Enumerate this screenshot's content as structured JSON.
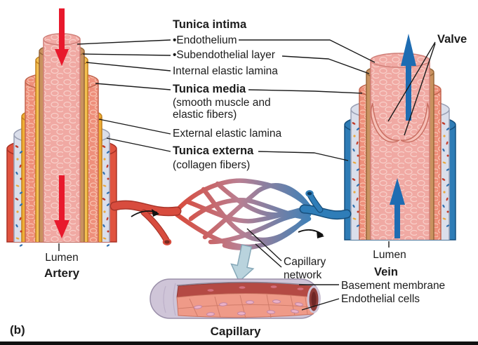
{
  "labels": {
    "tunica_intima": "Tunica intima",
    "endothelium": "•Endothelium",
    "subendothelial_layer": "•Subendothelial layer",
    "internal_elastic_lamina": "Internal elastic lamina",
    "tunica_media": "Tunica media",
    "tunica_media_detail": "(smooth muscle and\nelastic fibers)",
    "external_elastic_lamina": "External elastic lamina",
    "tunica_externa": "Tunica externa",
    "tunica_externa_detail": "(collagen fibers)",
    "valve": "Valve",
    "artery_lumen": "Lumen",
    "artery": "Artery",
    "capillary_network": "Capillary\nnetwork",
    "vein_lumen": "Lumen",
    "vein": "Vein",
    "basement_membrane": "Basement membrane",
    "endothelial_cells": "Endothelial cells",
    "capillary": "Capillary",
    "panel": "(b)"
  },
  "colors": {
    "artery_red": "#e0533f",
    "vein_blue": "#2e7cb6",
    "elastic_lamina_yellow": "#efae35",
    "tunica_media_salmon": "#ee8f7b",
    "tunica_externa_gray": "#dadeea",
    "subendothelial_tan": "#c9925f",
    "lumen_pink": "#f0a9a3",
    "arterial_arrow_red": "#e8192c",
    "venous_arrow_blue": "#1e6cb2",
    "capillary_membrane_lavender": "#cfc5d8",
    "label_text": "#1c1c1c"
  }
}
